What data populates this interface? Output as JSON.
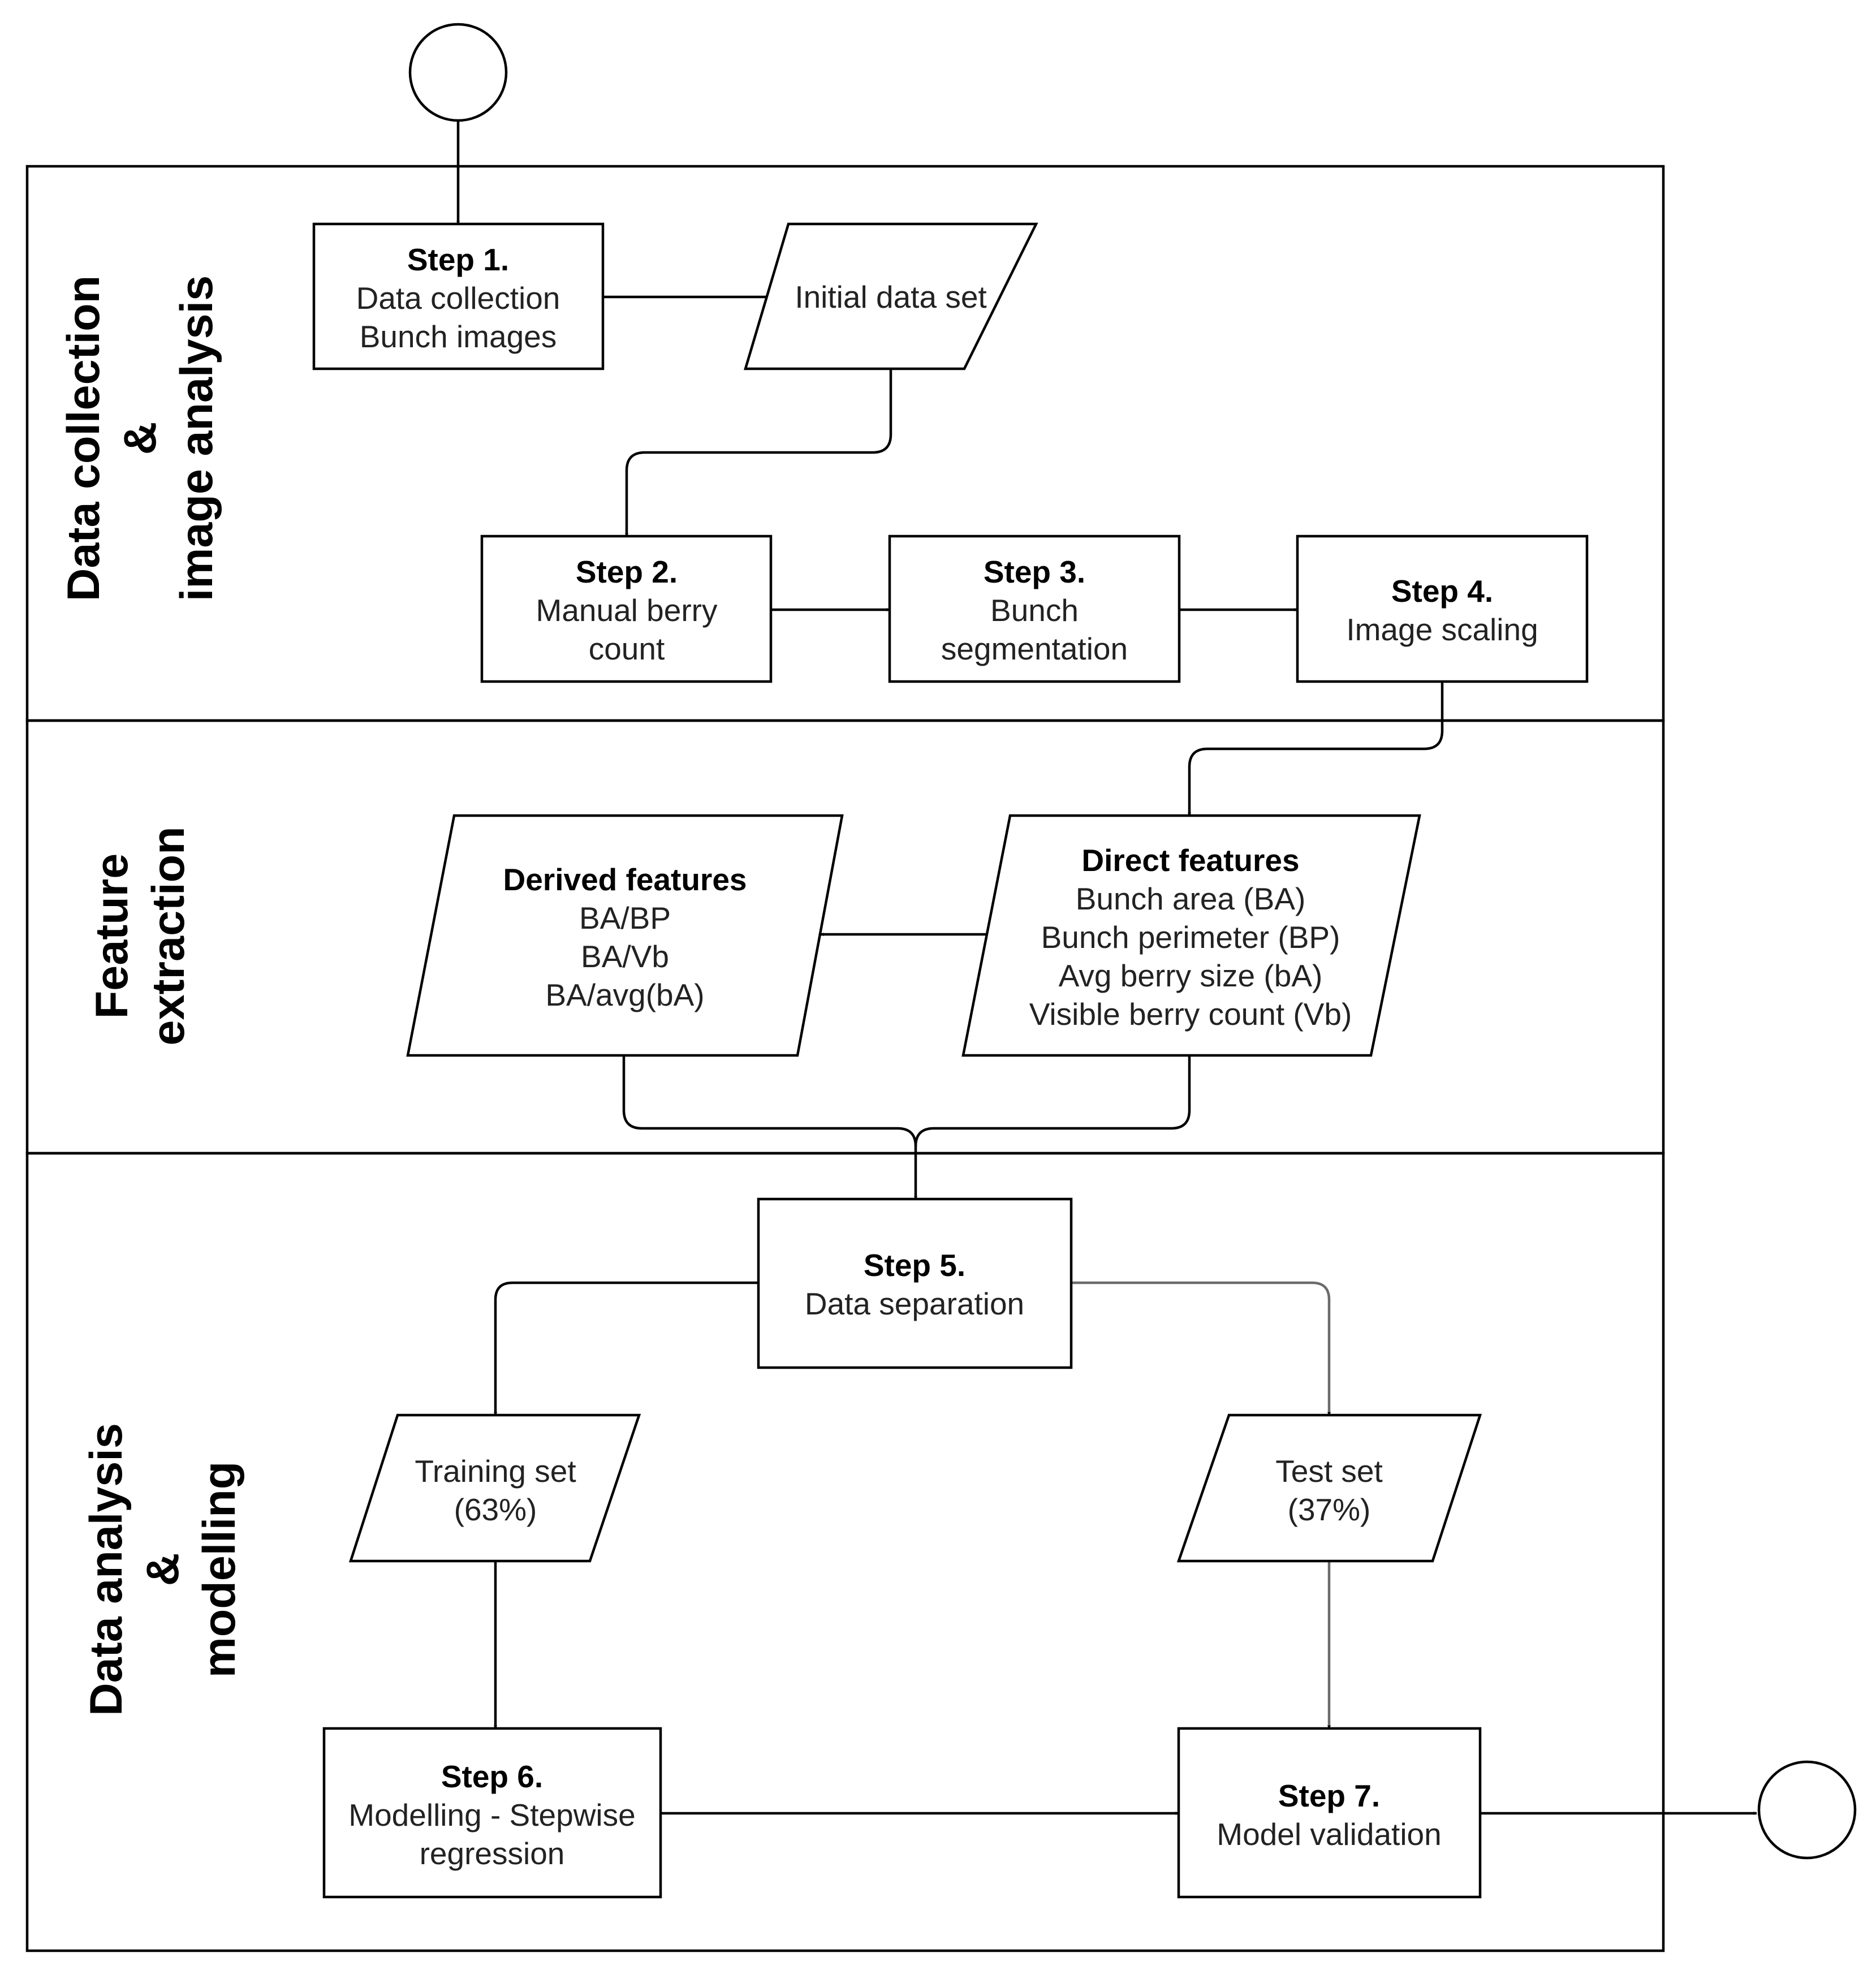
{
  "lanes": [
    {
      "id": "lane1",
      "label_lines": [
        "Data collection",
        "&",
        "image analysis"
      ]
    },
    {
      "id": "lane2",
      "label_lines": [
        "Feature",
        "extraction"
      ]
    },
    {
      "id": "lane3",
      "label_lines": [
        "Data analysis",
        "&",
        "modelling"
      ]
    }
  ],
  "nodes": {
    "step1": {
      "title": "Step 1.",
      "lines": [
        "Data collection",
        "Bunch images"
      ]
    },
    "initial_data_set": {
      "title": "",
      "lines": [
        "Initial data set"
      ]
    },
    "step2": {
      "title": "Step 2.",
      "lines": [
        "Manual berry",
        "count"
      ]
    },
    "step3": {
      "title": "Step 3.",
      "lines": [
        "Bunch",
        "segmentation"
      ]
    },
    "step4": {
      "title": "Step 4.",
      "lines": [
        "Image scaling"
      ]
    },
    "derived_features": {
      "title": "Derived features",
      "lines": [
        "BA/BP",
        "BA/Vb",
        "BA/avg(bA)"
      ]
    },
    "direct_features": {
      "title": "Direct features",
      "lines": [
        "Bunch area (BA)",
        "Bunch perimeter (BP)",
        "Avg berry size (bA)",
        "Visible berry count (Vb)"
      ]
    },
    "step5": {
      "title": "Step 5.",
      "lines": [
        "Data separation"
      ]
    },
    "training_set": {
      "title": "",
      "lines": [
        "Training set",
        "(63%)"
      ]
    },
    "test_set": {
      "title": "",
      "lines": [
        "Test set",
        "(37%)"
      ]
    },
    "step6": {
      "title": "Step 6.",
      "lines": [
        "Modelling - Stepwise",
        "regression"
      ]
    },
    "step7": {
      "title": "Step 7.",
      "lines": [
        "Model validation"
      ]
    }
  }
}
